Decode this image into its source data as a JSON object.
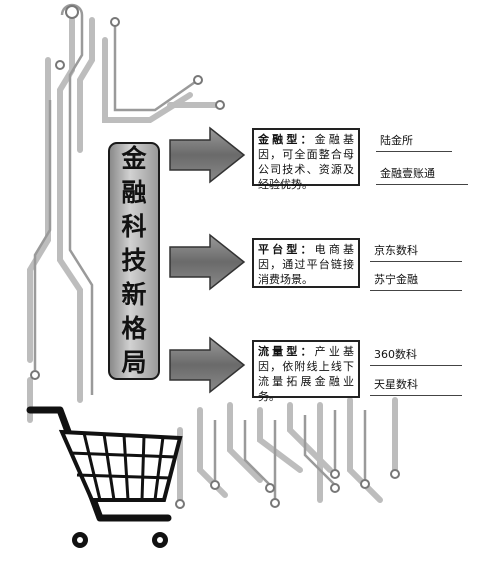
{
  "title": [
    "金",
    "融",
    "科",
    "技",
    "新",
    "格",
    "局"
  ],
  "categories": [
    {
      "heading": "金融型：",
      "body": "金融基因，可全面整合母公司技术、资源及经验优势。",
      "examples": [
        "陆金所",
        "金融壹账通"
      ]
    },
    {
      "heading": "平台型：",
      "body": "电商基因，通过平台链接消费场景。",
      "examples": [
        "京东数科",
        "苏宁金融"
      ]
    },
    {
      "heading": "流量型：",
      "body": "产业基因，依附线上线下流量拓展金融业务。",
      "examples": [
        "360数科",
        "天星数科"
      ]
    }
  ],
  "icons": {
    "background": "circuit-board-icon",
    "cart": "shopping-cart-icon",
    "arrow": "right-arrow-icon"
  }
}
